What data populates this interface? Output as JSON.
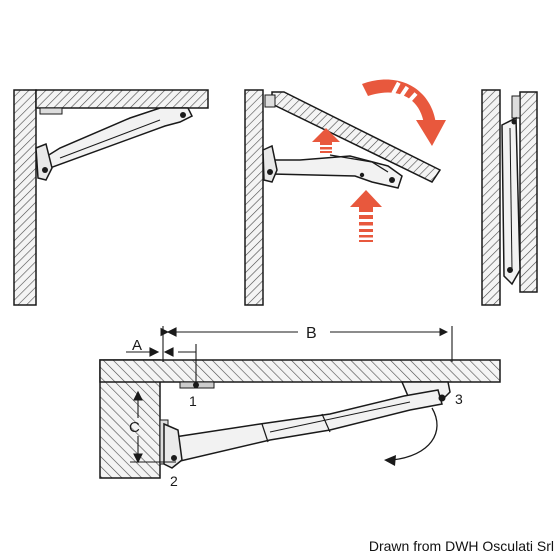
{
  "labels": {
    "dim_a": "A",
    "dim_b": "B",
    "dim_c": "C",
    "point_1": "1",
    "point_2": "2",
    "point_3": "3"
  },
  "credit": "Drawn from DWH Osculati Srl",
  "colors": {
    "line": "#1a1a1a",
    "wall_fill": "#efefef",
    "hatch": "#555555",
    "arm_fill": "#f2f2f2",
    "arrow_red": "#e8583d"
  },
  "icons": [
    "rotate-arrow-icon",
    "push-up-arrow-icon",
    "push-up-arrow-icon",
    "fold-arrow-icon"
  ]
}
